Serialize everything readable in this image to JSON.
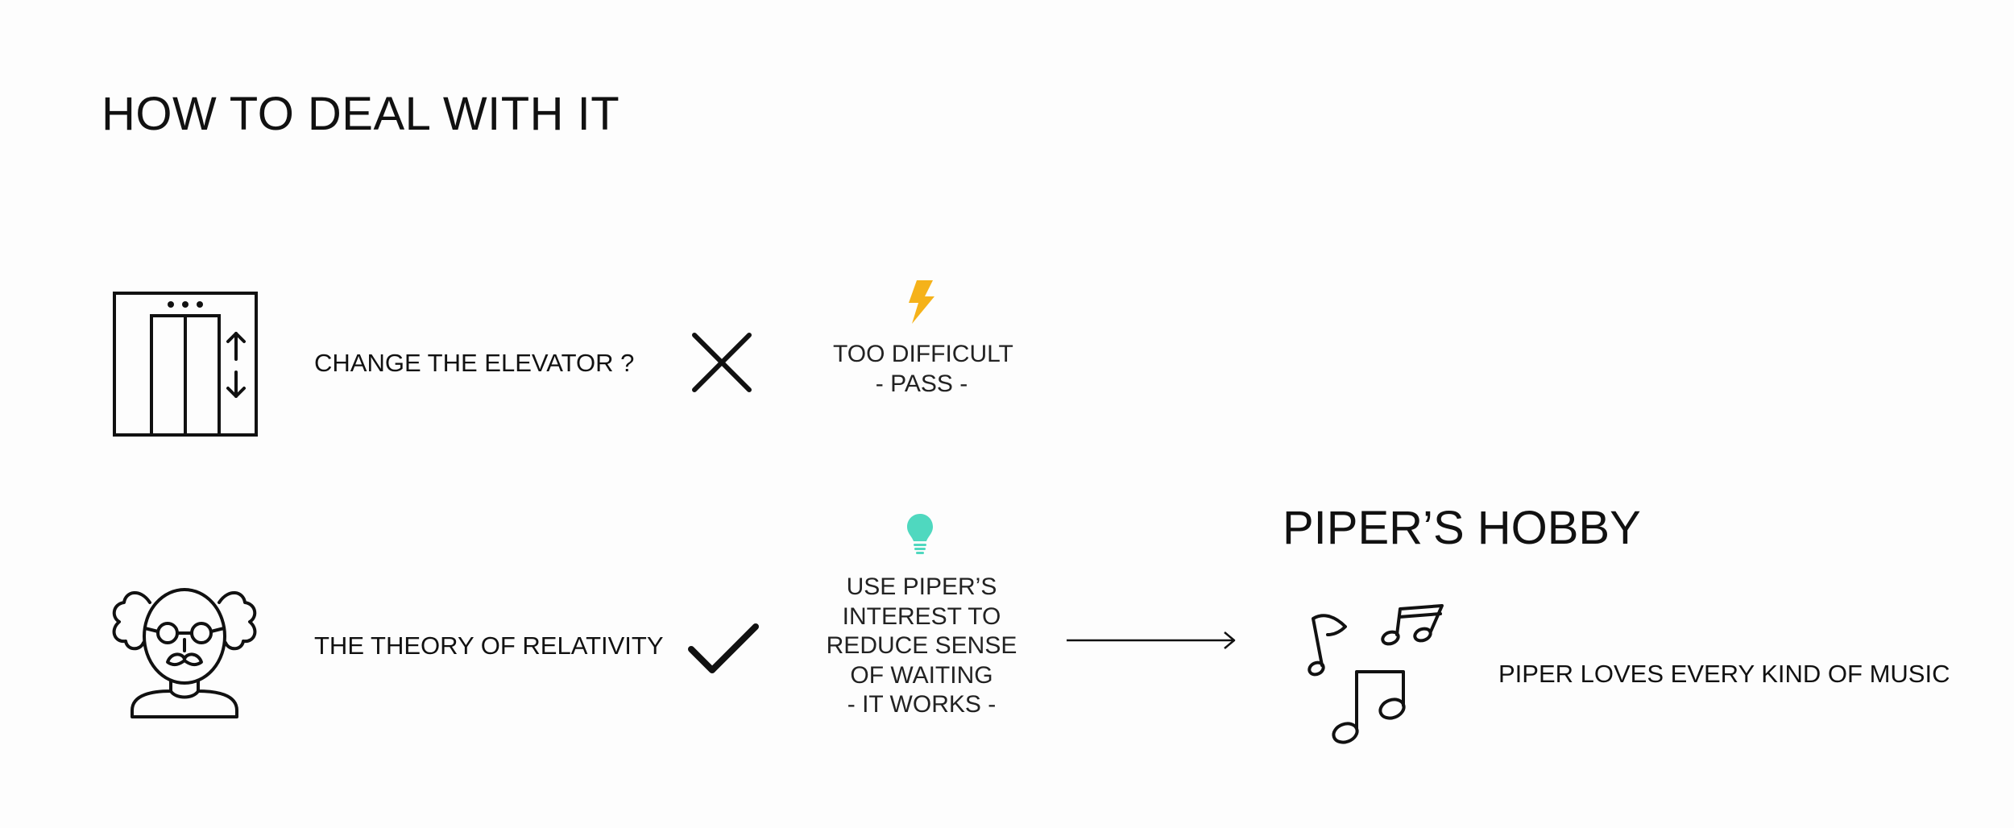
{
  "page": {
    "title": "HOW TO DEAL WITH IT"
  },
  "rows": [
    {
      "icon": "elevator-icon",
      "label": "CHANGE THE ELEVATOR ?",
      "verdict_icon": "cross-icon",
      "note_icon": "lightning-icon",
      "note_lines": [
        "TOO DIFFICULT",
        "- PASS -"
      ]
    },
    {
      "icon": "einstein-icon",
      "label": "THE THEORY OF RELATIVITY",
      "verdict_icon": "checkmark-icon",
      "note_icon": "lightbulb-icon",
      "note_lines": [
        "USE PIPER’S",
        "INTEREST TO",
        "REDUCE SENSE",
        "OF WAITING",
        "- IT WORKS -"
      ]
    }
  ],
  "hobby": {
    "title": "PIPER’S HOBBY",
    "icon": "music-notes-icon",
    "text": "PIPER LOVES EVERY KIND OF MUSIC"
  },
  "colors": {
    "lightning": "#f5b21a",
    "lightbulb": "#4fd8bf",
    "ink": "#111111",
    "background": "#fdfdfd"
  }
}
